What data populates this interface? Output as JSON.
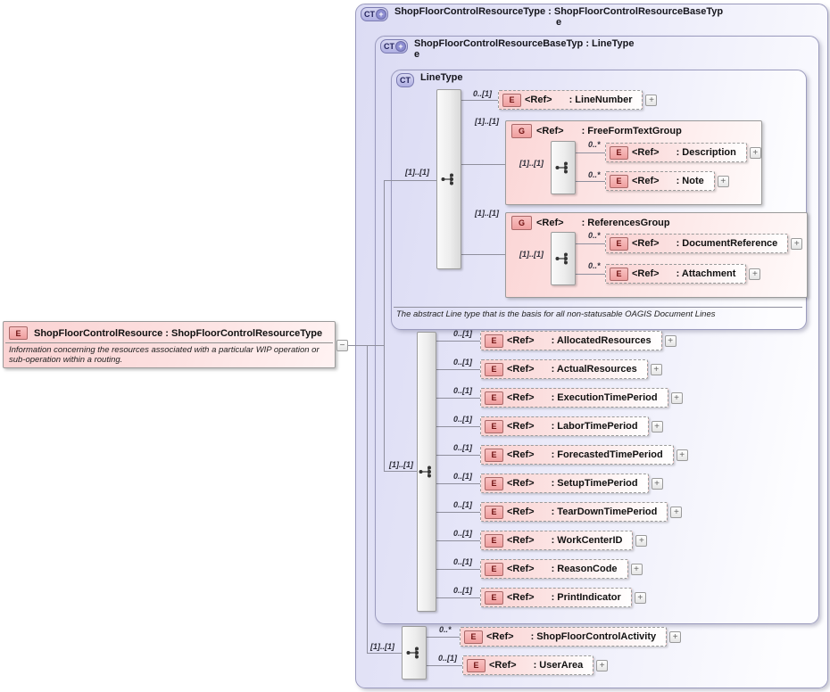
{
  "icons": {
    "expand": "+",
    "collapse": "−"
  },
  "badges": {
    "element": "E",
    "group": "G",
    "complex_type": "CT",
    "extension": "+"
  },
  "root_element": {
    "title": "ShopFloorControlResource : ShopFloorControlResourceType",
    "annotation": "Information concerning the resources associated with a particular WIP operation or sub-operation within a routing."
  },
  "outer_container": {
    "title_line1": "ShopFloorControlResourceType : ShopFloorControlResourceBaseTyp",
    "title_line2": "e"
  },
  "base_container": {
    "title_line1": "ShopFloorControlResourceBaseTyp : LineType",
    "title_line2": "e"
  },
  "line_type": {
    "title": "LineType",
    "annotation": "The abstract Line type that is the basis for all non-statusable OAGIS Document Lines",
    "sequence_cardinality": "[1]..[1]",
    "rows": [
      {
        "cardinality": "0..[1]",
        "ref": "<Ref>",
        "name": ": LineNumber"
      }
    ],
    "groups": [
      {
        "cardinality": "[1]..[1]",
        "ref": "<Ref>",
        "name": ": FreeFormTextGroup",
        "sequence_cardinality": "[1]..[1]",
        "rows": [
          {
            "cardinality": "0..*",
            "ref": "<Ref>",
            "name": ": Description"
          },
          {
            "cardinality": "0..*",
            "ref": "<Ref>",
            "name": ": Note"
          }
        ]
      },
      {
        "cardinality": "[1]..[1]",
        "ref": "<Ref>",
        "name": ": ReferencesGroup",
        "sequence_cardinality": "[1]..[1]",
        "rows": [
          {
            "cardinality": "0..*",
            "ref": "<Ref>",
            "name": ": DocumentReference"
          },
          {
            "cardinality": "0..*",
            "ref": "<Ref>",
            "name": ": Attachment"
          }
        ]
      }
    ]
  },
  "base_seq": {
    "sequence_cardinality": "[1]..[1]",
    "rows": [
      {
        "cardinality": "0..[1]",
        "ref": "<Ref>",
        "name": ": AllocatedResources"
      },
      {
        "cardinality": "0..[1]",
        "ref": "<Ref>",
        "name": ": ActualResources"
      },
      {
        "cardinality": "0..[1]",
        "ref": "<Ref>",
        "name": ": ExecutionTimePeriod"
      },
      {
        "cardinality": "0..[1]",
        "ref": "<Ref>",
        "name": ": LaborTimePeriod"
      },
      {
        "cardinality": "0..[1]",
        "ref": "<Ref>",
        "name": ": ForecastedTimePeriod"
      },
      {
        "cardinality": "0..[1]",
        "ref": "<Ref>",
        "name": ": SetupTimePeriod"
      },
      {
        "cardinality": "0..[1]",
        "ref": "<Ref>",
        "name": ": TearDownTimePeriod"
      },
      {
        "cardinality": "0..[1]",
        "ref": "<Ref>",
        "name": ": WorkCenterID"
      },
      {
        "cardinality": "0..[1]",
        "ref": "<Ref>",
        "name": ": ReasonCode"
      },
      {
        "cardinality": "0..[1]",
        "ref": "<Ref>",
        "name": ": PrintIndicator"
      }
    ]
  },
  "outer_seq": {
    "sequence_cardinality": "[1]..[1]",
    "rows": [
      {
        "cardinality": "0..*",
        "ref": "<Ref>",
        "name": ": ShopFloorControlActivity"
      },
      {
        "cardinality": "0..[1]",
        "ref": "<Ref>",
        "name": ": UserArea"
      }
    ]
  }
}
